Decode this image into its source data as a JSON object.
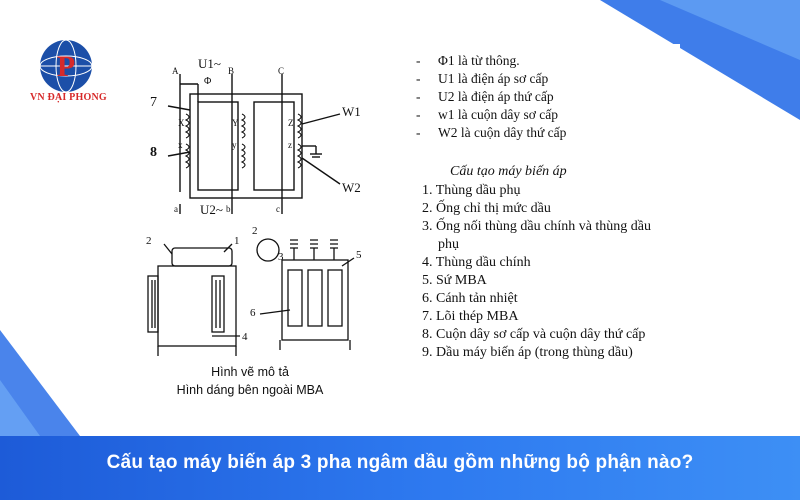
{
  "brand": {
    "name": "VN ĐẠI PHONG",
    "logo_letter": "P"
  },
  "diagram": {
    "phase_labels": [
      "A",
      "B",
      "C"
    ],
    "secondary_labels": [
      "a",
      "b",
      "c"
    ],
    "winding_top": [
      "X",
      "Y",
      "Z"
    ],
    "winding_bottom": [
      "x",
      "y",
      "z"
    ],
    "u1": "U1~",
    "u2": "U2~",
    "phi": "Φ",
    "w1": "W1",
    "w2": "W2",
    "side_labels": [
      "7",
      "8"
    ],
    "part_numbers": [
      "2",
      "1",
      "2",
      "3",
      "5",
      "6",
      "4"
    ],
    "caption_line1": "Hình vẽ mô tả",
    "caption_line2": "Hình dáng bên ngoài MBA"
  },
  "legend": {
    "definitions": [
      "Φ1 là từ thông.",
      "U1  là điện áp sơ cấp",
      "U2  là điện áp thứ cấp",
      "w1 là cuộn dây sơ cấp",
      "W2 là cuộn dây thứ cấp"
    ],
    "subtitle": "Cấu tạo máy biến áp",
    "parts": [
      "1. Thùng dầu phụ",
      "2. Ống chỉ thị mức dầu",
      "3. Ống nối thùng dầu chính và thùng dầu phụ",
      "4. Thùng dầu chính",
      "5. Sứ MBA",
      "6. Cánh tản nhiệt",
      "7. Lõi thép MBA",
      "8. Cuộn dây sơ cấp và cuộn dây thứ cấp",
      "9. Dầu máy biến áp (trong thùng dầu)"
    ]
  },
  "caption": "Cấu tạo máy biến áp 3 pha ngâm dầu gồm những bộ phận nào?",
  "colors": {
    "accent_blue": "#2a6fe8",
    "brand_red": "#d72a2a",
    "logo_blue": "#1c4fa8"
  }
}
